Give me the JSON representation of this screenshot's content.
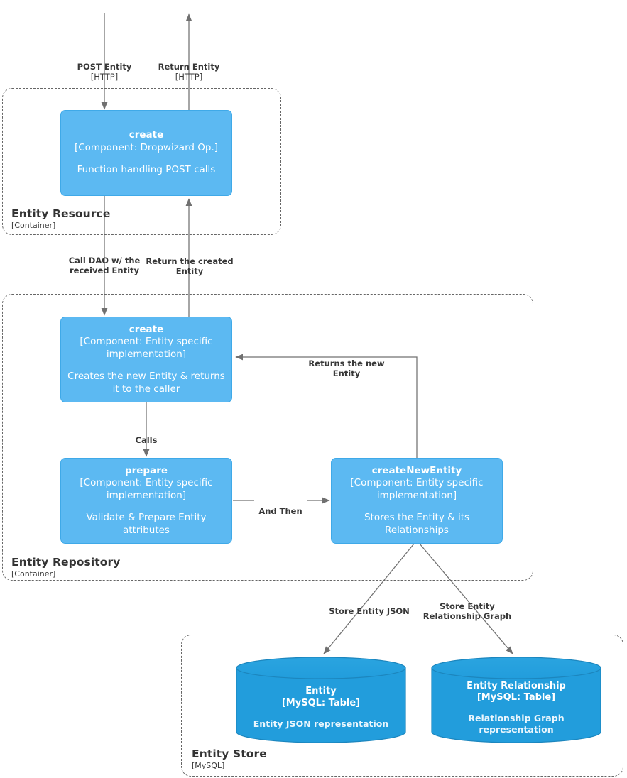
{
  "diagram": {
    "type": "C4 Component Diagram",
    "colors": {
      "component_fill": "#5CB9F2",
      "component_stroke": "#3FA9E8",
      "database_fill": "#229DDC",
      "database_stroke": "#1C86BE",
      "boundary_stroke": "#666666",
      "edge_stroke": "#707070",
      "label_text": "#383838"
    }
  },
  "boundaries": [
    {
      "id": "entity-resource",
      "name": "Entity Resource",
      "type": "[Container]"
    },
    {
      "id": "entity-repository",
      "name": "Entity Repository",
      "type": "[Container]"
    },
    {
      "id": "entity-store",
      "name": "Entity Store",
      "type": "[MySQL]"
    }
  ],
  "components": [
    {
      "id": "resource-create",
      "title": "create",
      "tech": "[Component: Dropwizard Op.]",
      "description": "Function handling POST calls"
    },
    {
      "id": "repo-create",
      "title": "create",
      "tech": "[Component: Entity specific implementation]",
      "description": "Creates the new Entity & returns it to the caller"
    },
    {
      "id": "repo-prepare",
      "title": "prepare",
      "tech": "[Component: Entity specific implementation]",
      "description": "Validate & Prepare Entity attributes"
    },
    {
      "id": "repo-create-new-entity",
      "title": "createNewEntity",
      "tech": "[Component: Entity specific implementation]",
      "description": "Stores the Entity & its Relationships"
    }
  ],
  "databases": [
    {
      "id": "db-entity",
      "title": "Entity",
      "tech": "[MySQL: Table]",
      "description": "Entity JSON representation"
    },
    {
      "id": "db-entity-relationship",
      "title": "Entity Relationship",
      "tech": "[MySQL: Table]",
      "description": "Relationship Graph representation"
    }
  ],
  "edges": [
    {
      "id": "post-entity",
      "label": "POST Entity",
      "tech": "[HTTP]"
    },
    {
      "id": "return-entity",
      "label": "Return Entity",
      "tech": "[HTTP]"
    },
    {
      "id": "call-dao",
      "label": "Call DAO w/ the\nreceived Entity",
      "tech": ""
    },
    {
      "id": "return-created",
      "label": "Return the created\nEntity",
      "tech": ""
    },
    {
      "id": "returns-new-entity",
      "label": "Returns the new\nEntity",
      "tech": ""
    },
    {
      "id": "calls",
      "label": "Calls",
      "tech": ""
    },
    {
      "id": "and-then",
      "label": "And Then",
      "tech": ""
    },
    {
      "id": "store-entity-json",
      "label": "Store Entity JSON",
      "tech": ""
    },
    {
      "id": "store-relationship",
      "label": "Store Entity\nRelationship Graph",
      "tech": ""
    }
  ]
}
